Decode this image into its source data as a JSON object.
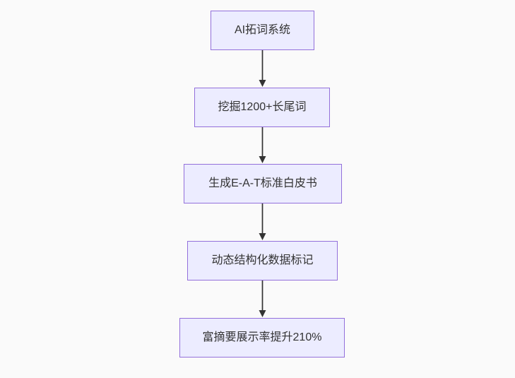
{
  "diagram": {
    "type": "flowchart",
    "direction": "top-down",
    "nodes": [
      {
        "id": "n1",
        "label": "AI拓词系统"
      },
      {
        "id": "n2",
        "label": "挖掘1200+长尾词"
      },
      {
        "id": "n3",
        "label": "生成E-A-T标准白皮书"
      },
      {
        "id": "n4",
        "label": "动态结构化数据标记"
      },
      {
        "id": "n5",
        "label": "富摘要展示率提升210%"
      }
    ],
    "edges": [
      {
        "from": "n1",
        "to": "n2"
      },
      {
        "from": "n2",
        "to": "n3"
      },
      {
        "from": "n3",
        "to": "n4"
      },
      {
        "from": "n4",
        "to": "n5"
      }
    ],
    "colors": {
      "background": "#fafafa",
      "node_fill": "#ececff",
      "node_border": "#9370db",
      "text": "#333333",
      "arrow": "#333333"
    }
  }
}
